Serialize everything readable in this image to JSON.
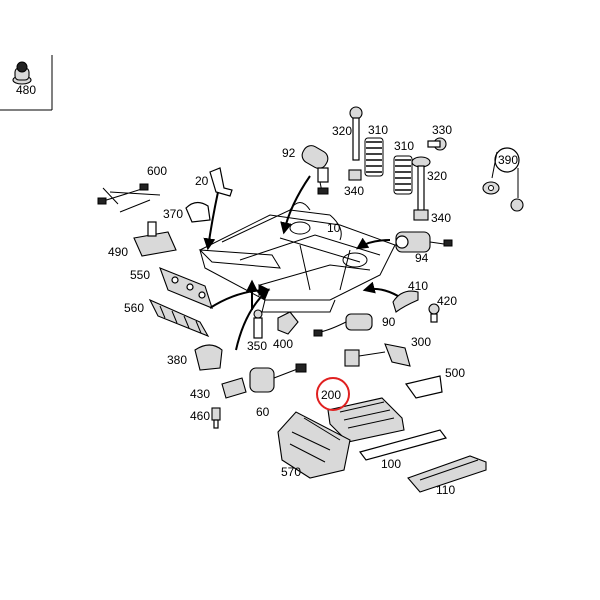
{
  "diagram": {
    "callouts": {
      "c480": "480",
      "c320a": "320",
      "c310a": "310",
      "c330": "330",
      "c92": "92",
      "c340a": "340",
      "c310b": "310",
      "c320b": "320",
      "c390": "390",
      "c600": "600",
      "c20": "20",
      "c370": "370",
      "c10": "10",
      "c340b": "340",
      "c490": "490",
      "c94": "94",
      "c550": "550",
      "c410": "410",
      "c420": "420",
      "c560": "560",
      "c90": "90",
      "c350": "350",
      "c400": "400",
      "c300": "300",
      "c380": "380",
      "c500": "500",
      "c200": "200",
      "c430": "430",
      "c60": "60",
      "c460": "460",
      "c100": "100",
      "c570": "570",
      "c110": "110"
    },
    "highlight_color": "#e02020",
    "highlighted_part": "200"
  }
}
